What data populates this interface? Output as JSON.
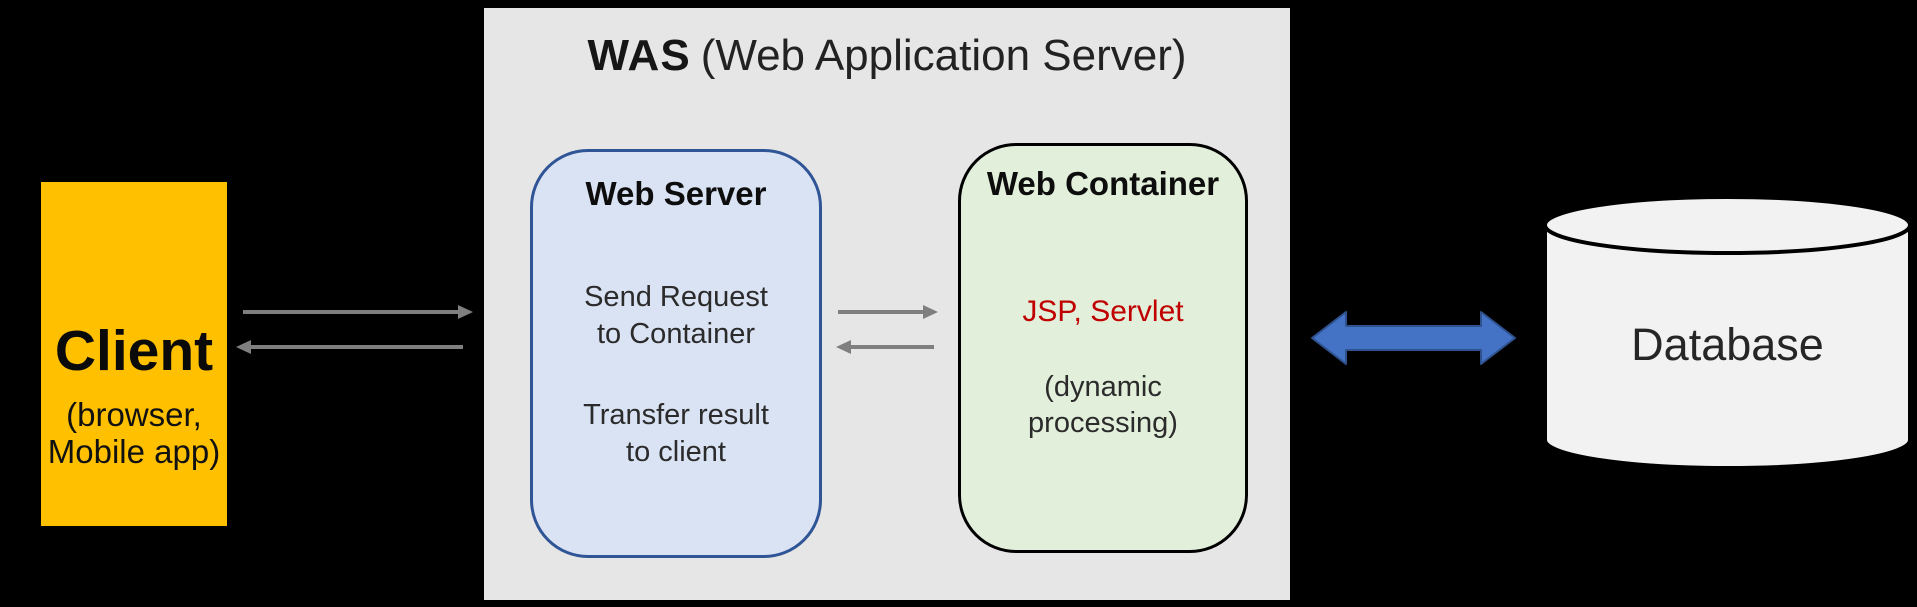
{
  "was": {
    "title_bold": "WAS",
    "title_rest": "(Web Application Server)",
    "panel_fill": "#E7E6E6"
  },
  "client": {
    "title": "Client",
    "sub_line1": "(browser,",
    "sub_line2": "Mobile app)",
    "fill": "#FFC000"
  },
  "web_server": {
    "title": "Web Server",
    "note1_line1": "Send Request",
    "note1_line2": "to Container",
    "note2_line1": "Transfer result",
    "note2_line2": "to client",
    "fill": "#DAE3F3",
    "border_color": "#2F5597"
  },
  "web_container": {
    "title": "Web Container",
    "tech_label": "JSP, Servlet",
    "tech_color": "#C00000",
    "note_line1": "(dynamic",
    "note_line2": "processing)",
    "fill": "#E2EFDA",
    "border_color": "#000000"
  },
  "database": {
    "label": "Database",
    "fill": "#F2F2F2",
    "stroke": "#000000"
  },
  "arrows": {
    "gray": "#7F7F7F",
    "blue_fill": "#4472C4",
    "blue_stroke": "#2F528F"
  }
}
